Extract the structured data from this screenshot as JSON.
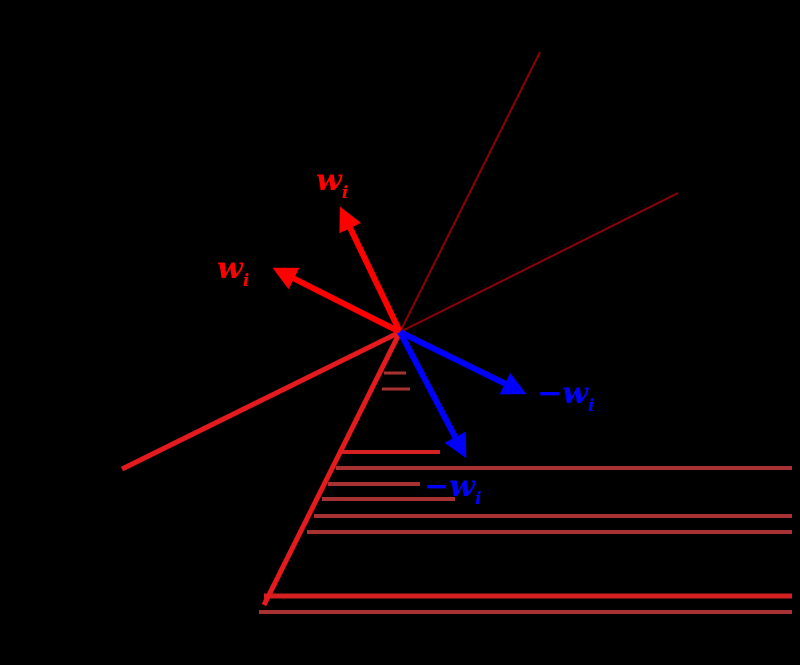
{
  "colors": {
    "background": "#000000",
    "cone_edge": "#e41a1c",
    "thin_ray": "#8b0000",
    "red_vector": "#ff0000",
    "blue_vector": "#0000ff",
    "hatch_dark": "#a83232",
    "hatch_bright": "#d42020"
  },
  "labels": {
    "red_upper": {
      "main": "w",
      "sub": "i"
    },
    "red_left": {
      "main": "w",
      "sub": "i"
    },
    "blue_right": {
      "prefix": "−",
      "main": "w",
      "sub": "i"
    },
    "blue_lower": {
      "prefix": "−",
      "main": "w",
      "sub": "i"
    }
  }
}
